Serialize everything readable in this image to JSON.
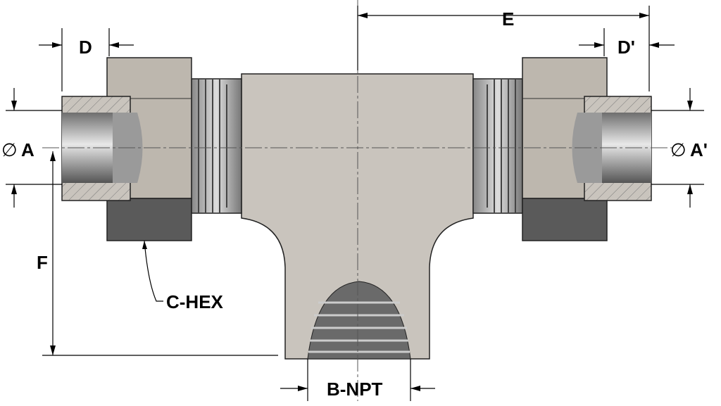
{
  "title_labels": {
    "d": "D",
    "d_prime": "D'",
    "e": "E",
    "a": "A",
    "a_prime": "A'",
    "diameter_symbol": "∅",
    "f": "F",
    "c_hex": "C-HEX",
    "b_npt": "B-NPT"
  },
  "colors": {
    "body": "#c9c4bd",
    "nut_light": "#bdb7ae",
    "nut_dark": "#5a5a5a",
    "bore": "#8a8a8a"
  }
}
